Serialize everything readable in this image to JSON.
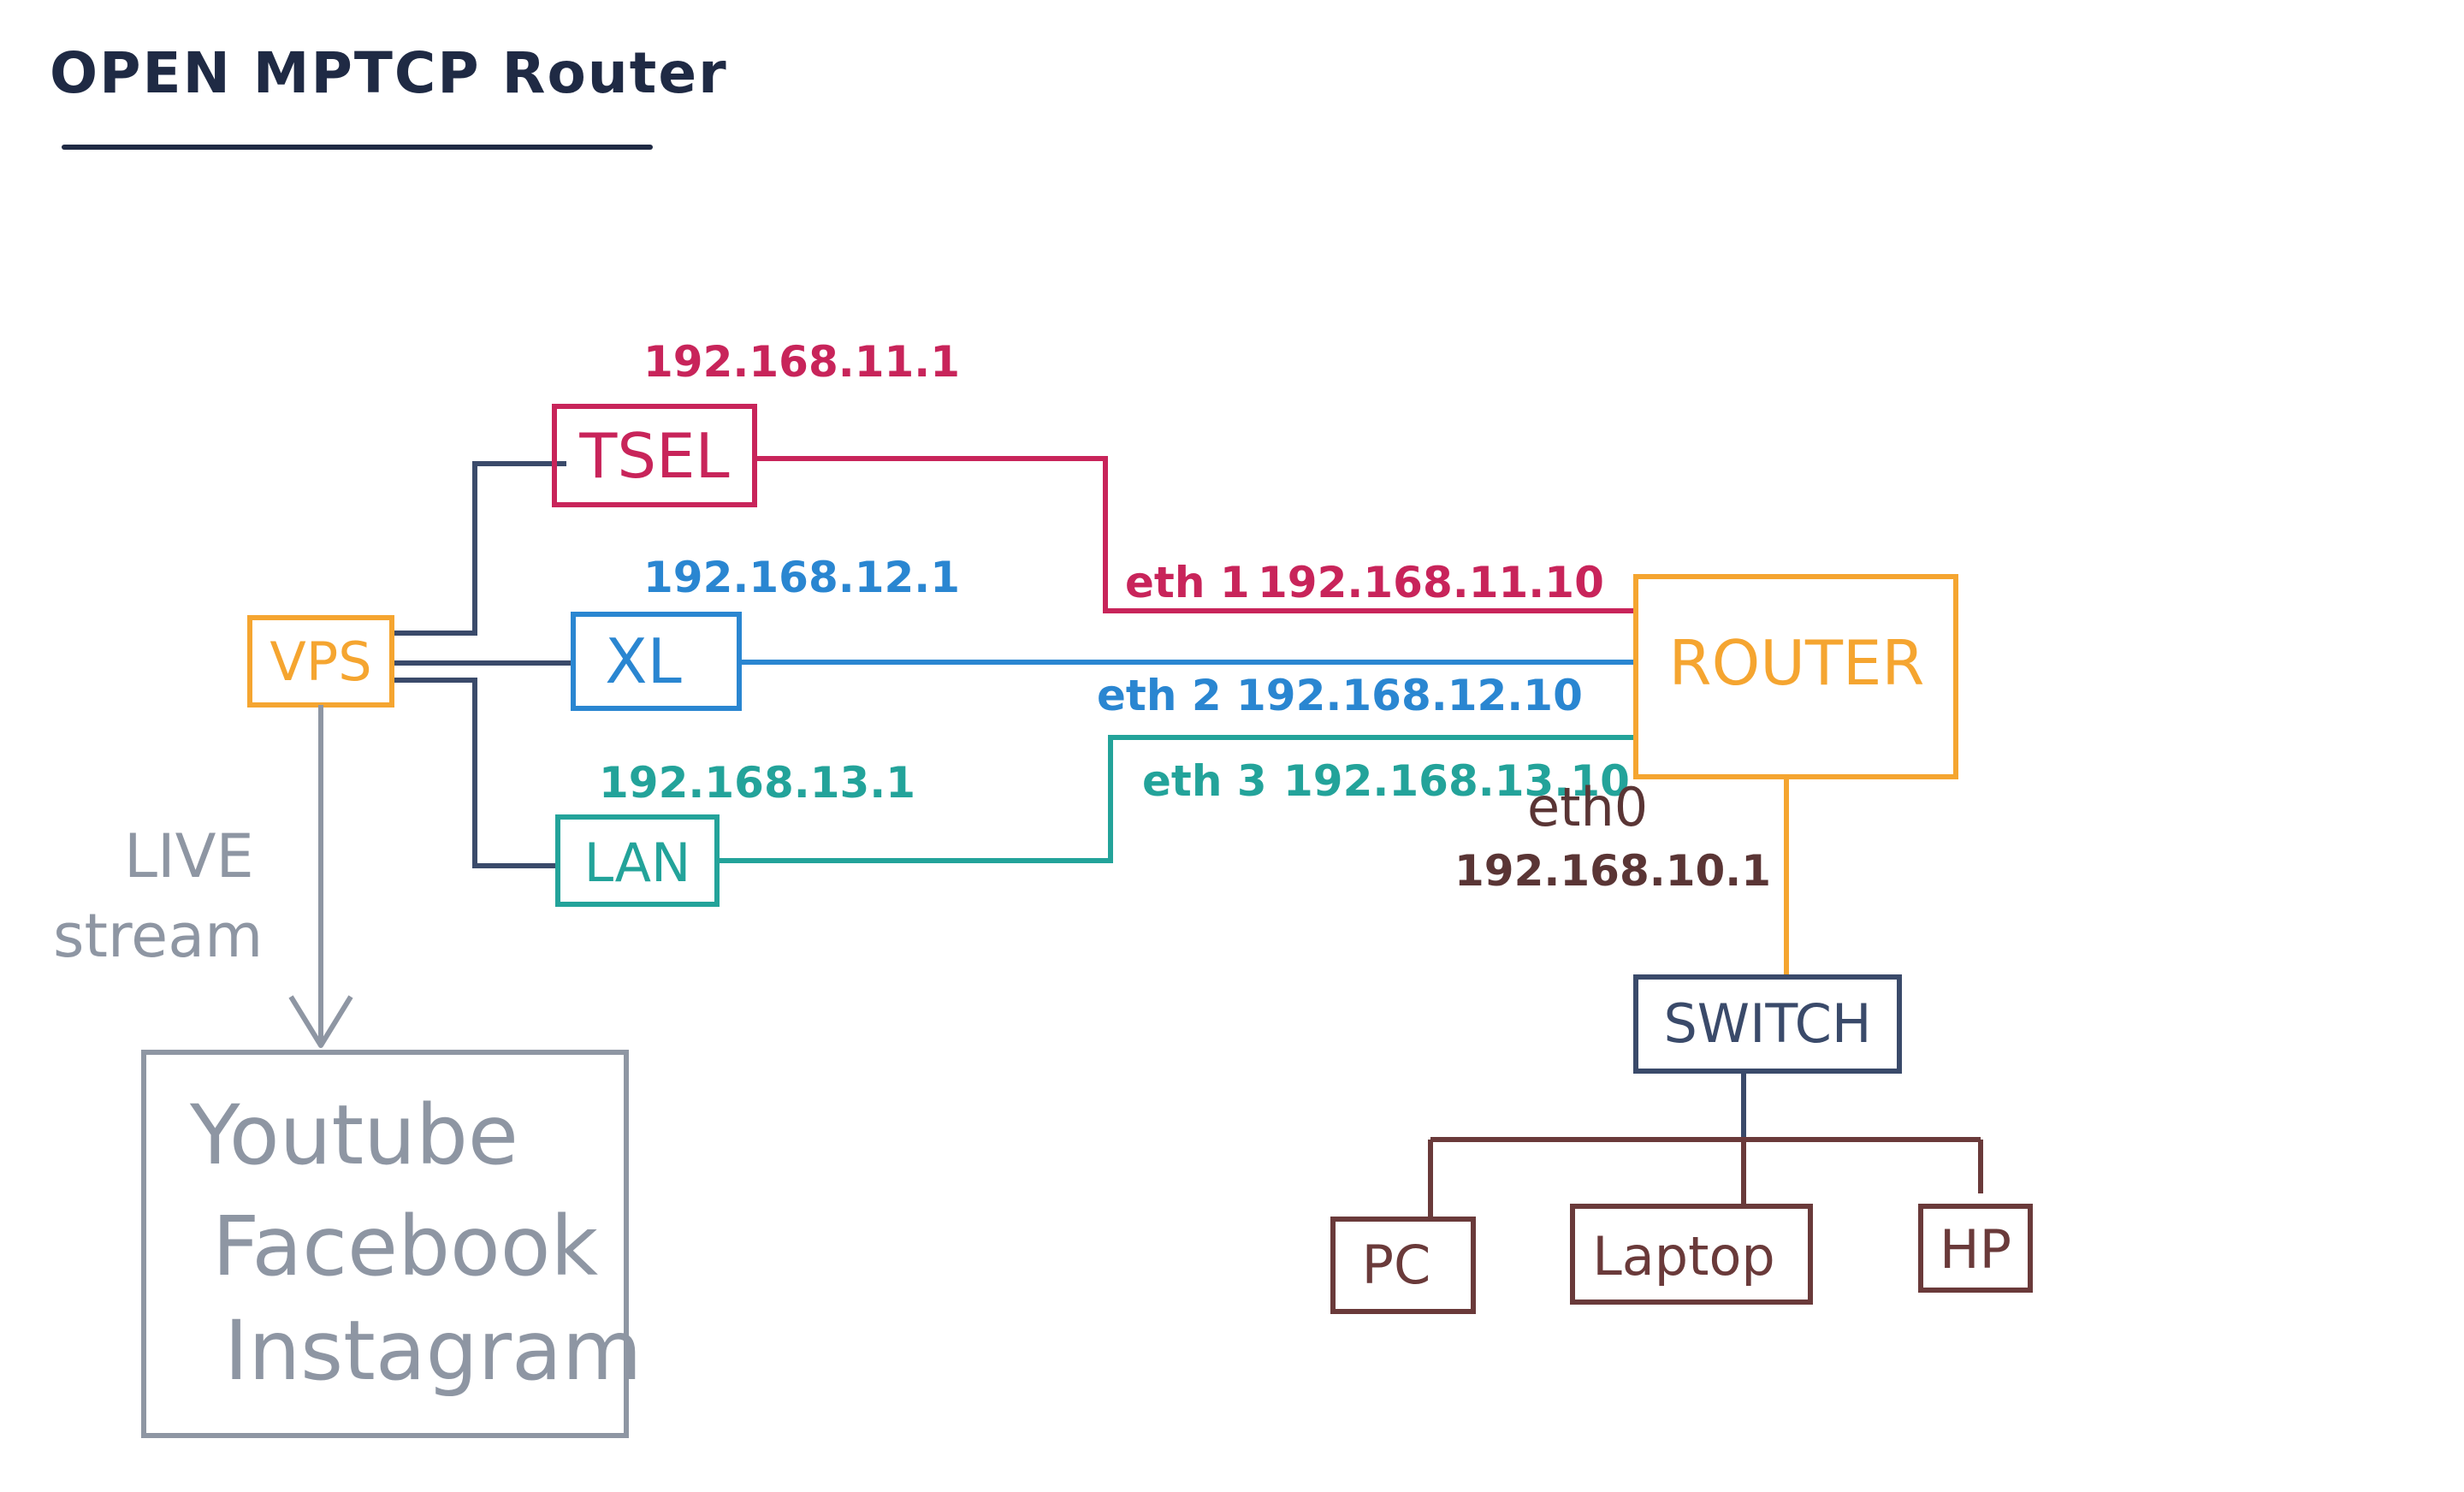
{
  "title": "OPEN MPTCP Router",
  "colors": {
    "ink": "#1f2a44",
    "tsel": "#c8245a",
    "xl": "#2a86d1",
    "lan": "#23a39a",
    "router": "#f5a530",
    "eth0": "#5a3535",
    "gray": "#8e96a3",
    "switch": "#3a4a6a",
    "device": "#6a3a3a"
  },
  "nodes": {
    "vps": "VPS",
    "tsel": "TSEL",
    "xl": "XL",
    "lan": "LAN",
    "router": "ROUTER",
    "switch": "SWITCH",
    "pc": "PC",
    "laptop": "Laptop",
    "hp": "HP"
  },
  "gateways": {
    "tsel": "192.168.11.1",
    "xl": "192.168.12.1",
    "lan": "192.168.13.1"
  },
  "interfaces": {
    "eth1": {
      "name": "eth 1",
      "ip": "192.168.11.10"
    },
    "eth2": {
      "name": "eth 2",
      "ip": "192.168.12.10"
    },
    "eth3": {
      "name": "eth 3",
      "ip": "192.168.13.10"
    },
    "eth0": {
      "name": "eth0",
      "ip": "192.168.10.1"
    }
  },
  "stream": {
    "line1": "LIVE",
    "line2": "stream",
    "platforms": [
      "Youtube",
      "Facebook",
      "Instagram"
    ]
  }
}
